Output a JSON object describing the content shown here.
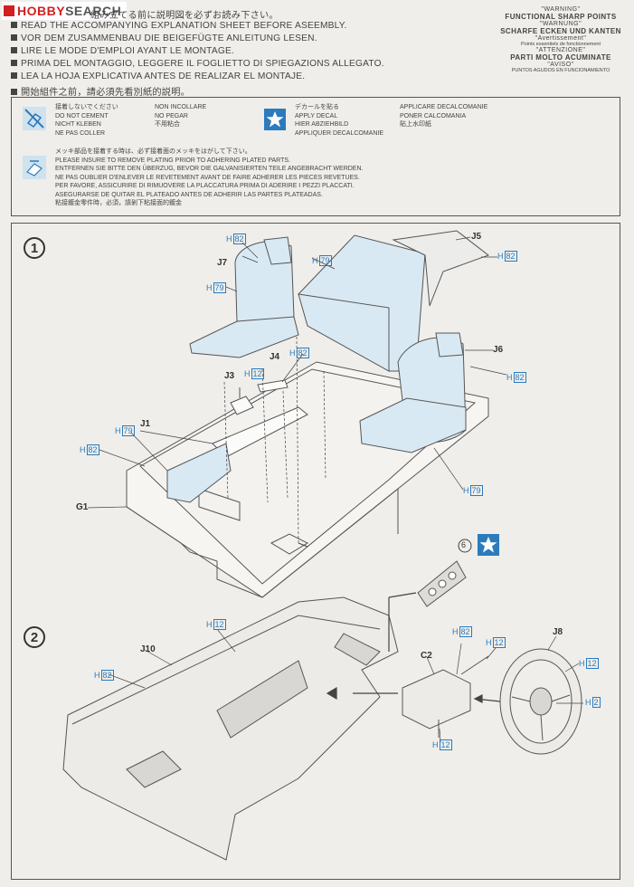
{
  "logo": {
    "part1": "HOBBY",
    "part2": "SEARCH"
  },
  "instructions": [
    {
      "text": "組み立てる前に説明図を必ずお読み下さい。",
      "y": 12
    },
    {
      "text": "READ THE ACCOMPANYING EXPLANATION SHEET BEFORE ASEEMBLY.",
      "y": 27
    },
    {
      "text": "VOR DEM ZUSAMMENBAU DIE BEIGEFÜGTE ANLEITUNG LESEN.",
      "y": 41
    },
    {
      "text": "LIRE LE MODE D'EMPLOI AYANT LE MONTAGE.",
      "y": 55
    },
    {
      "text": "PRIMA DEL MONTAGGIO, LEGGERE IL FOGLIETTO DI SPIEGAZIONS ALLEGATO.",
      "y": 69
    },
    {
      "text": "LEA LA HOJA EXPLICATIVA ANTES DE REALIZAR EL MONTAJE.",
      "y": 83
    },
    {
      "text": "開始組件之前，請必須先看別紙的説明。",
      "y": 97
    }
  ],
  "warnings": [
    {
      "title": "\"WARNING\"",
      "big": "FUNCTIONAL SHARP POINTS"
    },
    {
      "title": "\"WARNUNG\"",
      "big": "SCHARFE ECKEN UND KANTEN"
    },
    {
      "title": "\"Avertissement\"",
      "big": "Points essentiels de fonctionnement",
      "small": true
    },
    {
      "title": "\"ATTENZIONE\"",
      "big": "PARTI MOLTO ACUMINATE"
    },
    {
      "title": "\"AVISO\"",
      "big": "PUNTOS AGUDOS EN FUNCIONAMIENTO",
      "small": true
    }
  ],
  "legend": {
    "no_cement": [
      "接着しないでください",
      "DO NOT CEMENT",
      "NICHT KLEBEN",
      "NE PAS COLLER"
    ],
    "no_cement2": [
      "NON INCOLLARE",
      "NO PEGAR",
      "不用粘合"
    ],
    "decal": [
      "デカールを貼る",
      "APPLY DECAL",
      "HIER ABZIEHBILD",
      "APPLIQUER DECALCOMANIE"
    ],
    "decal2": [
      "APPLICARE DECALCOMANIE",
      "PONER CALCOMANIA",
      "貼上水印紙"
    ],
    "plated": [
      "メッキ部品を接着する時は、必ず接着面のメッキをはがして下さい。",
      "PLEASE INSURE TO REMOVE PLATING PRIOR TO ADHERING PLATED PARTS.",
      "ENTFERNEN SIE BITTE DEN ÜBERZUG, BEVOR DIE GALVANISIERTEN TEILE ANGEBRACHT WERDEN.",
      "NE PAS OUBLIER D'ENLEVER LE REVETEMENT AVANT DE FAIRE ADHERER LES PIECES REVETUES.",
      "PER FAVORE, ASSICURIRE DI RIMUOVERE LA PLACCATURA PRIMA DI ADERIRE I PEZZI PLACCATI.",
      "ASEGURARSE DE QUITAR EL PLATEADO ANTES DE ADHERIR LAS PARTES PLATEADAS.",
      "粘接鍍金零件時，必須，請剝下粘接面的鍍金"
    ]
  },
  "steps": {
    "s1": "1",
    "s2": "2"
  },
  "parts": {
    "J5": "J5",
    "J7": "J7",
    "J6": "J6",
    "J3": "J3",
    "J4": "J4",
    "J1": "J1",
    "G1": "G1",
    "J10": "J10",
    "C2": "C2",
    "J8": "J8",
    "decal_no": "6"
  },
  "colors": {
    "H82": {
      "prefix": "H",
      "num": "82"
    },
    "H79": {
      "prefix": "H",
      "num": "79"
    },
    "H12": {
      "prefix": "H",
      "num": "12"
    },
    "H2": {
      "prefix": "H",
      "num": "2"
    }
  },
  "colors_hex": {
    "seat_blue": "#d9e9f3",
    "label_blue": "#2b7bbd",
    "star_blue": "#2b7bbd"
  }
}
